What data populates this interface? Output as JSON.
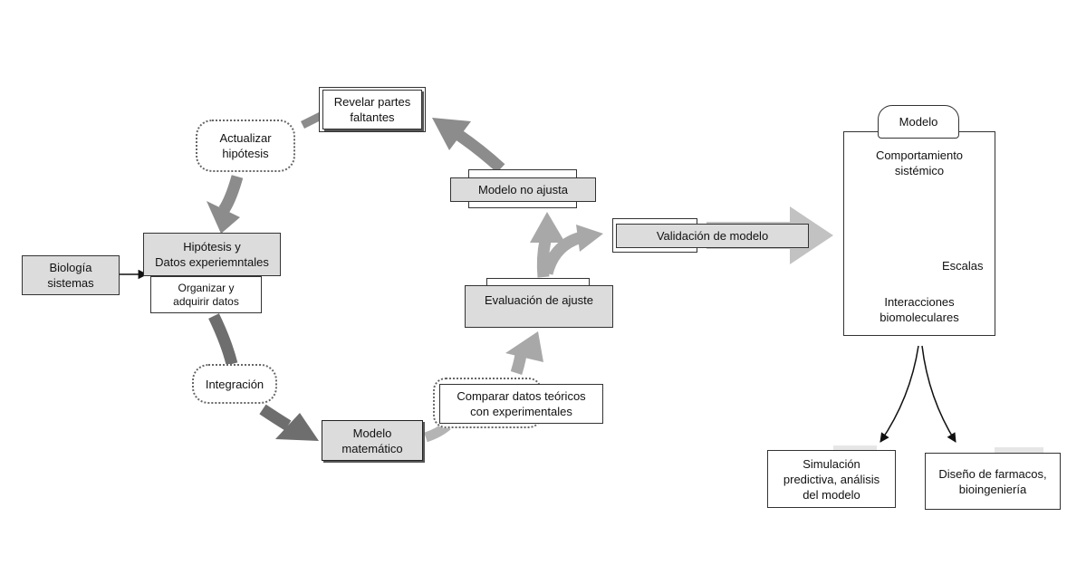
{
  "nodes": {
    "revelar": "Revelar partes\nfaltantes",
    "actualizar": "Actualizar\nhipótesis",
    "modelo_no_ajusta": "Modelo no ajusta",
    "validacion": "Validación de modelo",
    "biologia": "Biología\nsistemas",
    "hipotesis": "Hipótesis y\nDatos experiemntales",
    "organizar": "Organizar y\nadquirir datos",
    "evaluacion": "Evaluación de  ajuste",
    "integracion": "Integración",
    "comparar": "Comparar datos teóricos\ncon experimentales",
    "modelo_matematico": "Modelo\nmatemático"
  },
  "model_panel": {
    "title": "Modelo",
    "comportamiento": "Comportamiento\nsistémico",
    "escalas": "Escalas",
    "interacciones": "Interacciones\nbiomoleculares"
  },
  "outputs": {
    "simulacion": "Simulación\npredictiva, análisis\ndel modelo",
    "diseno": "Diseño de farmacos,\nbioingeniería"
  },
  "colors": {
    "arrow_dark": "#6e6e6e",
    "arrow_light": "#b4b4b4",
    "box_fill": "#dcdcdc"
  }
}
